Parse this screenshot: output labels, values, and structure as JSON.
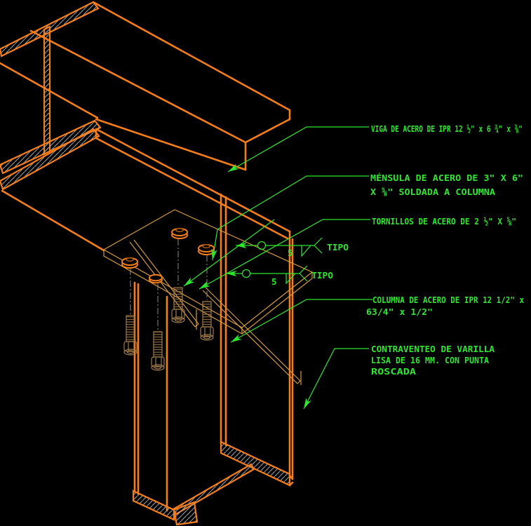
{
  "drawing": {
    "type": "cad-isometric-steel-connection-detail",
    "labels": {
      "viga": "VIGA DE ACERO DE IPR 12 ½\" x 6 ¾\" x ⅜\"",
      "mensula_line1": "MÉNSULA  DE ACERO DE 3\" X 6\"",
      "mensula_line2": "X ⅝\" SOLDADA A COLUMNA",
      "tornillos": "TORNILLOS DE ACERO DE 2 ½\" X ⅝\"",
      "weld1_size": "5",
      "weld1_note": "TIPO",
      "weld2_size": "5",
      "weld2_note": "TIPO",
      "columna_line1": "COLUMNA DE ACERO DE IPR 12 1/2\" x",
      "columna_line2": "63/4\" x 1/2\"",
      "contraventeo_line1": "CONTRAVENTEO DE VARILLA",
      "contraventeo_line2": "LISA DE 16 MM. CON PUNTA",
      "contraventeo_line3": "ROSCADA"
    },
    "colors": {
      "background": "#000000",
      "steel_outline": "#f57d1a",
      "plate_outline": "#d59a3c",
      "bolt_outline": "#a17a4a",
      "hatch_gray": "#9aa0a6",
      "annotation_green": "#2ee62e",
      "centerline_gray": "#8a8a8a"
    }
  }
}
